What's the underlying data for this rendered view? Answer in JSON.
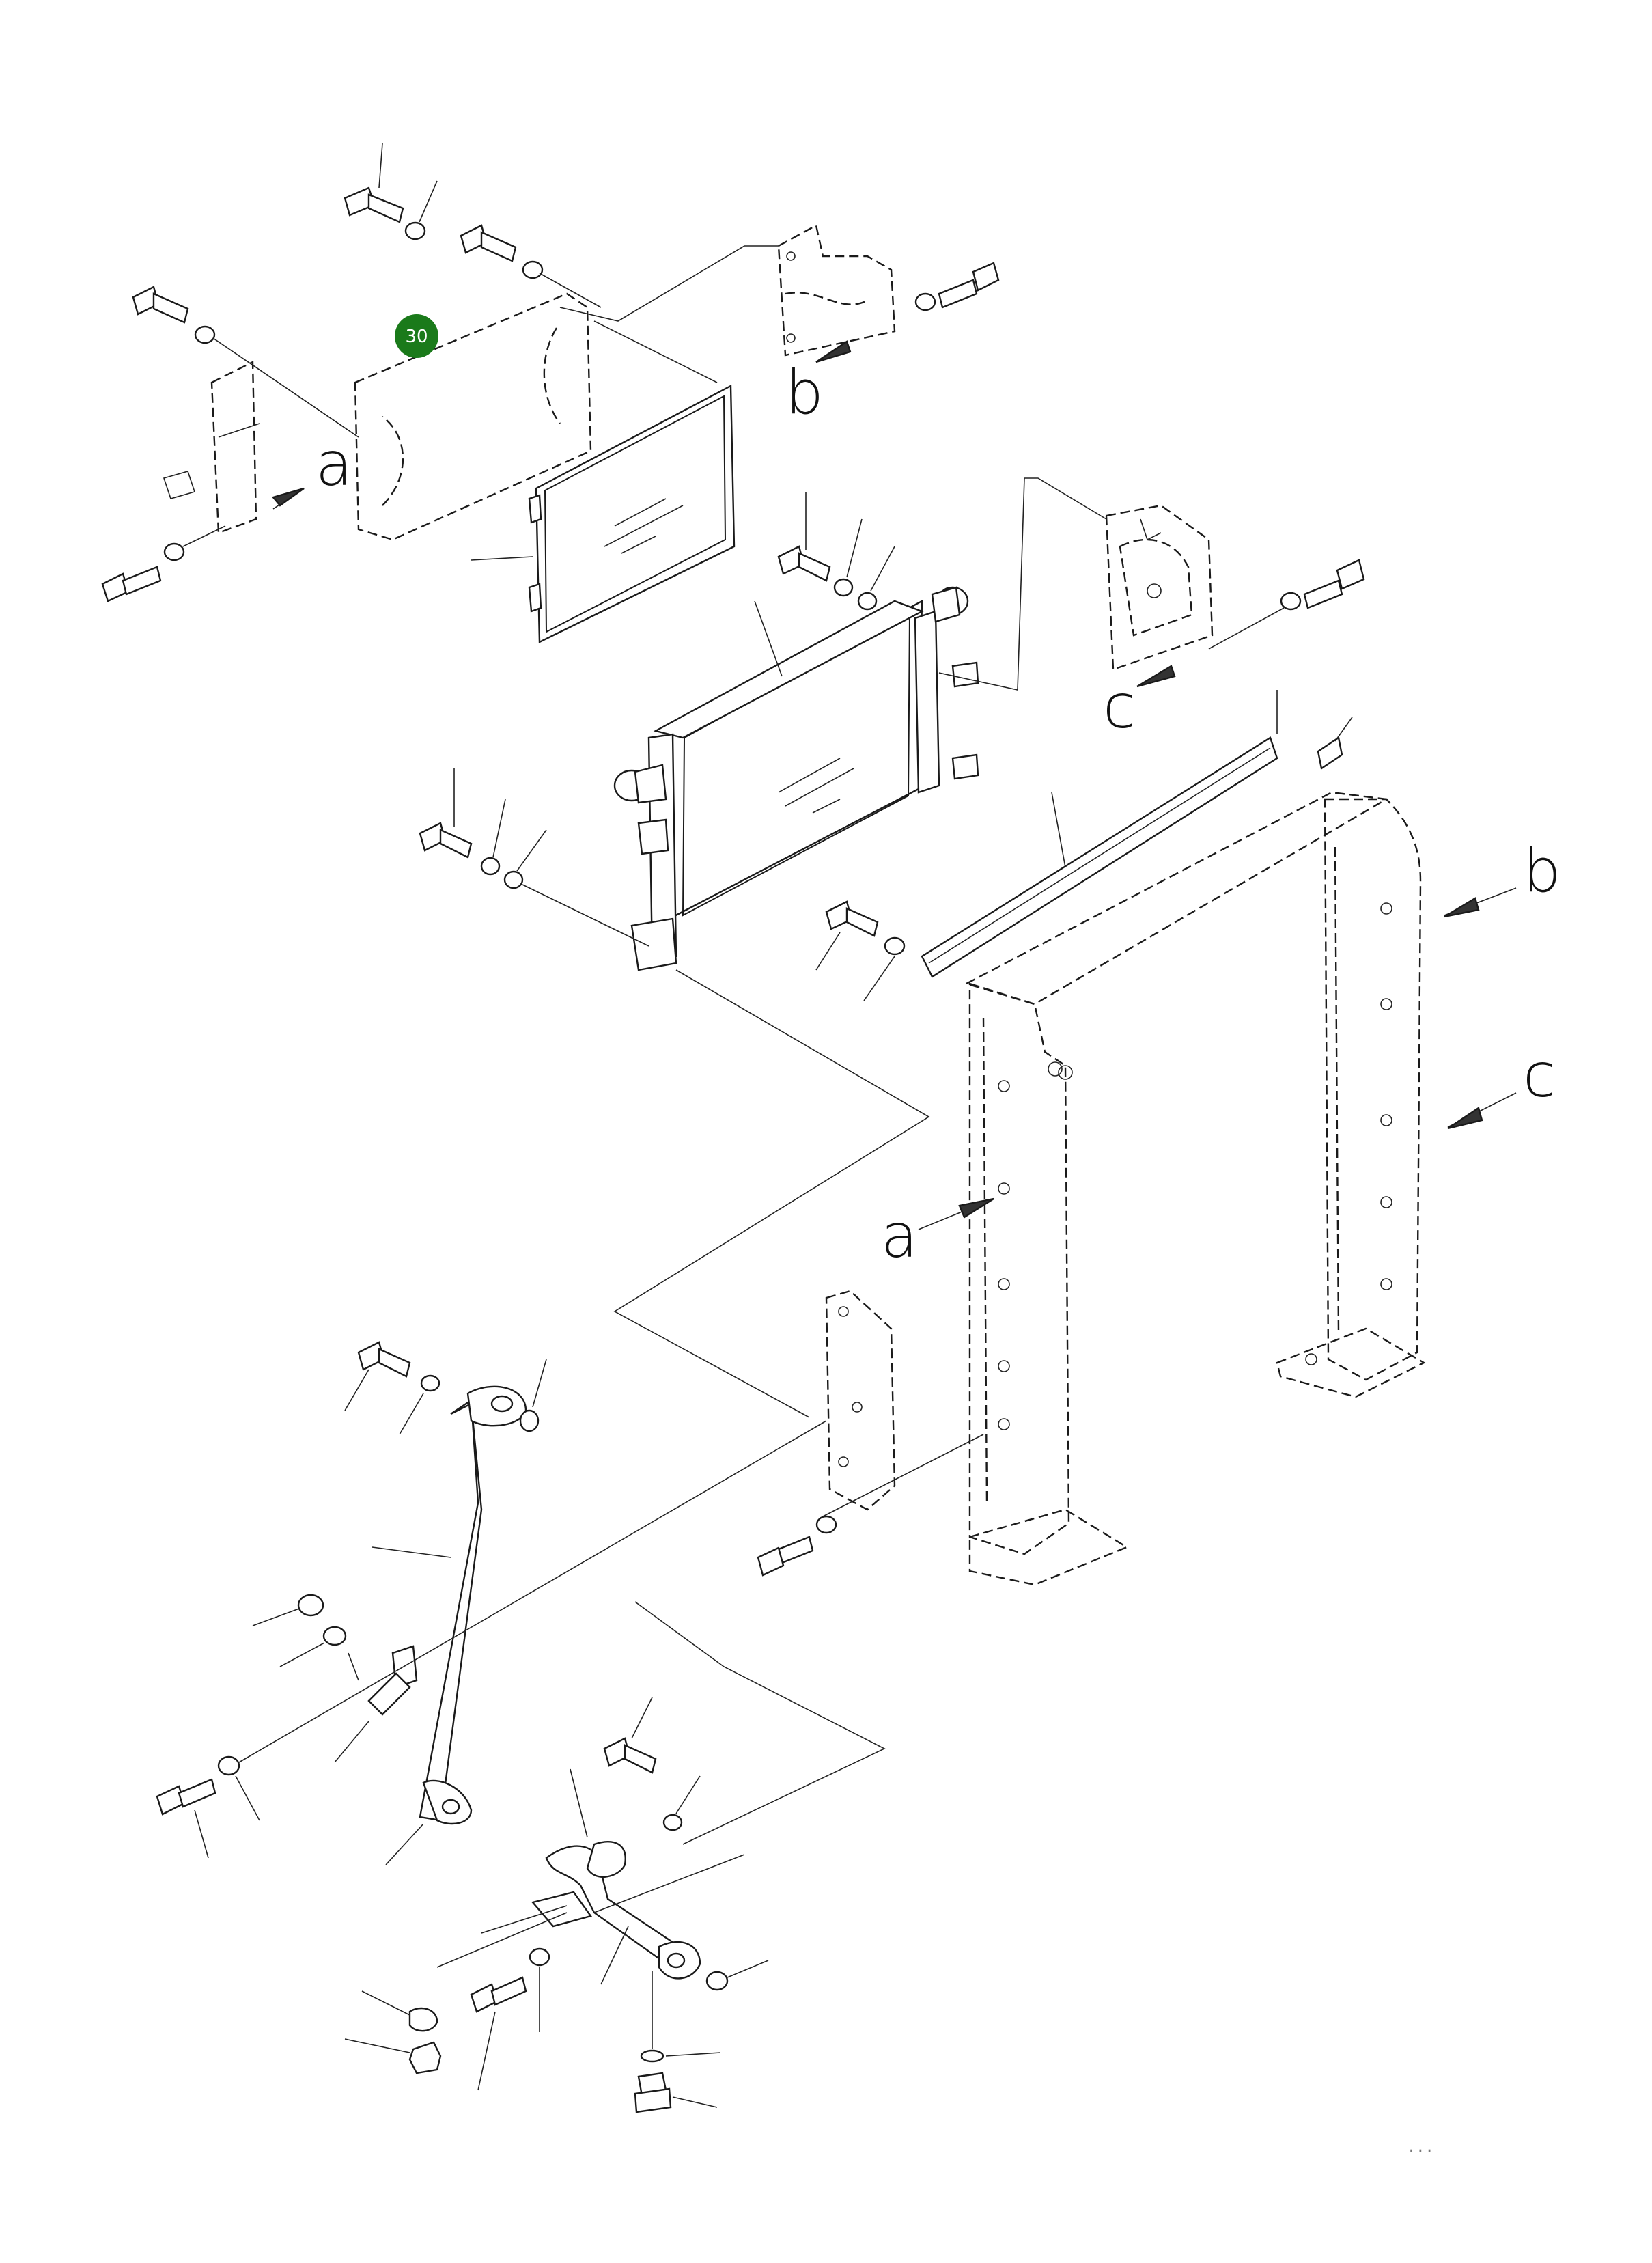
{
  "diagram": {
    "callout_badge": {
      "text": "30",
      "color": "#1a7a1a"
    },
    "reference_letters": {
      "a_top": "a",
      "b_top": "b",
      "c_top": "c",
      "b_right": "b",
      "c_right": "c",
      "a_mid": "a"
    },
    "drawing_code": "..."
  }
}
